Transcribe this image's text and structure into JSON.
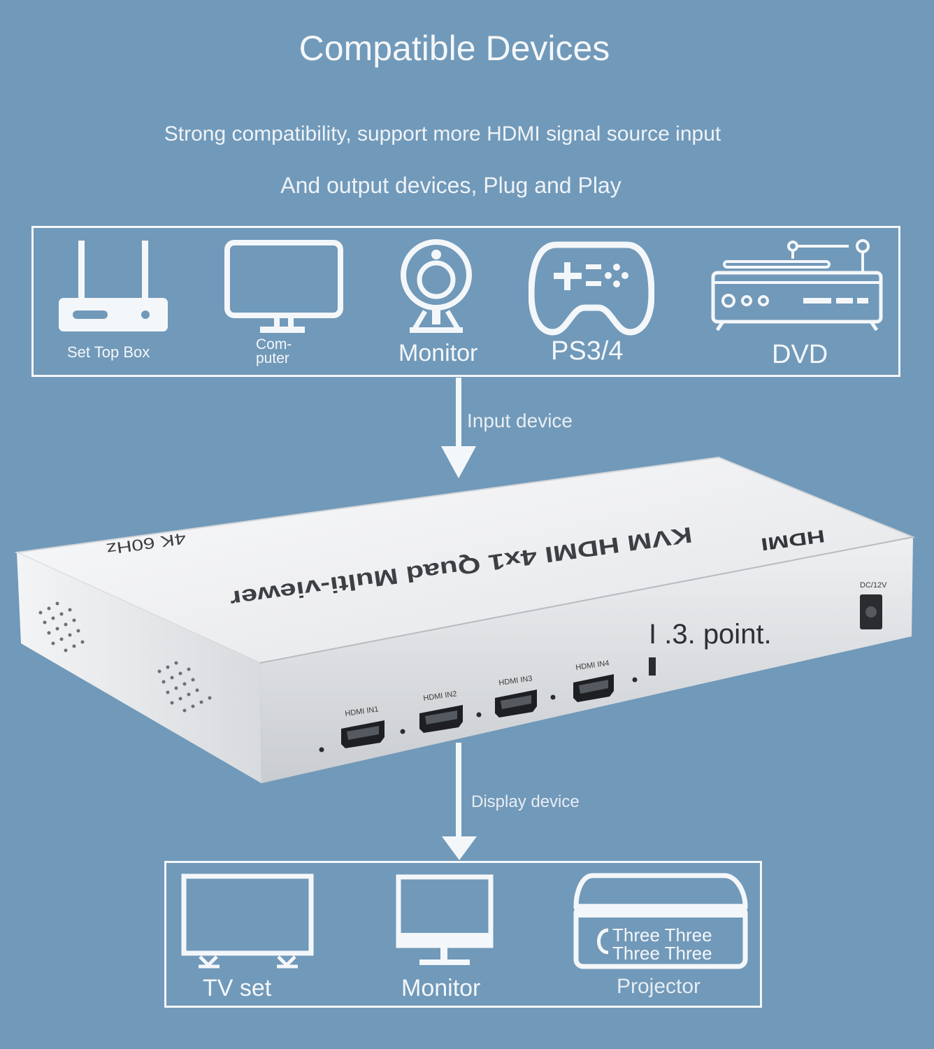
{
  "header": {
    "title": "Compatible Devices",
    "subtitle_line1": "Strong compatibility, support more HDMI signal source input",
    "subtitle_line2": "And output devices, Plug and Play"
  },
  "input_devices": [
    {
      "label": "Set Top Box",
      "icon": "router-icon"
    },
    {
      "label": "Com-",
      "label2": "puter",
      "icon": "computer-monitor-icon"
    },
    {
      "label": "Monitor",
      "icon": "webcam-icon"
    },
    {
      "label": "PS3/4",
      "icon": "gamepad-icon"
    },
    {
      "label": "DVD",
      "icon": "turntable-player-icon"
    }
  ],
  "arrows": {
    "input_label": "Input device",
    "display_label": "Display device"
  },
  "device": {
    "top_title": "KVM HDMI 4x1 Quad Multi-viewer",
    "top_spec": "4K 60Hz",
    "logo_text": "HDMI",
    "power_label": "DC/12V",
    "overlay_text": "I .3. point.",
    "ports": [
      "HDMI IN1",
      "HDMI IN2",
      "HDMI IN3",
      "HDMI IN4"
    ]
  },
  "output_devices": [
    {
      "label": "TV set",
      "icon": "tv-icon"
    },
    {
      "label": "Monitor",
      "icon": "desktop-monitor-icon"
    },
    {
      "label": "Projector",
      "icon": "projector-icon",
      "inner_line1": "Three Three",
      "inner_line2": "Three Three"
    }
  ],
  "colors": {
    "background": "#7199b9",
    "foreground": "#f4f7fa",
    "device_body": "#e9ebee"
  }
}
